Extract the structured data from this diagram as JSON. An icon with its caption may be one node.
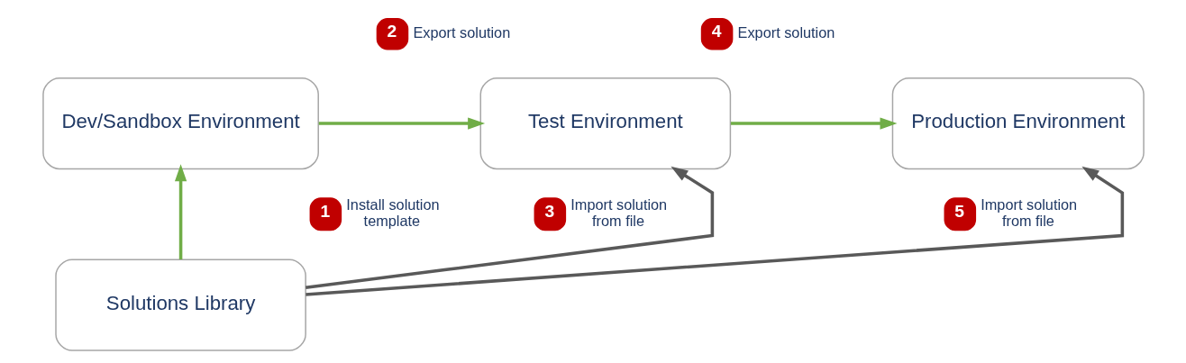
{
  "diagram": {
    "nodes": [
      {
        "text": [
          "Dev/Sandbox Environment"
        ]
      },
      {
        "text": [
          "Test Environment"
        ]
      },
      {
        "text": [
          "Production Environment"
        ]
      },
      {
        "text": [
          "Solutions Library"
        ]
      },
      {
        "text": [
          "1"
        ],
        "beside": [
          "Install solution template"
        ]
      },
      {
        "text": [
          "2"
        ],
        "beside": [
          "Export solution"
        ]
      },
      {
        "text": [
          "3"
        ],
        "beside": [
          "Import solution from file"
        ]
      },
      {
        "text": [
          "4"
        ],
        "beside": [
          "Export solution"
        ]
      },
      {
        "text": [
          "5"
        ],
        "beside": [
          "Import solution from file"
        ]
      }
    ],
    "edges": [
      {
        "from": 3,
        "to": 0,
        "arrow": "to"
      },
      {
        "from": 0,
        "to": 1,
        "arrow": "to"
      },
      {
        "from": 1,
        "to": 2,
        "arrow": "to"
      },
      {
        "from": 3,
        "to": 1,
        "arrow": "to",
        "color": "#595959"
      },
      {
        "from": 3,
        "to": 2,
        "arrow": "to",
        "color": "#595959"
      }
    ]
  }
}
